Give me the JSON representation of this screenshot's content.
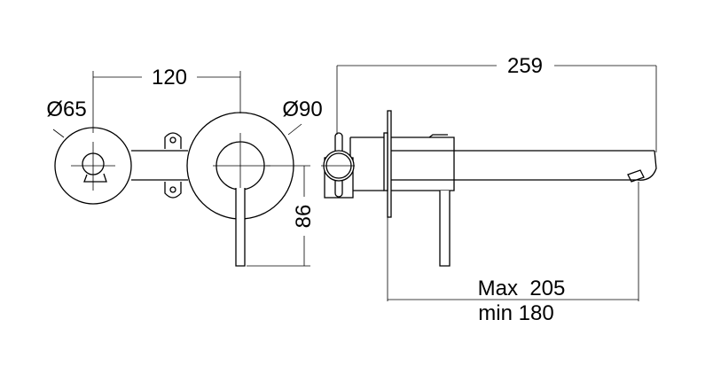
{
  "dimensions": {
    "spacing": "120",
    "small_diameter": "Ø65",
    "large_diameter": "Ø90",
    "lever_length": "86",
    "total_length": "259",
    "projection_max": "Max  205",
    "projection_min": "min 180"
  }
}
